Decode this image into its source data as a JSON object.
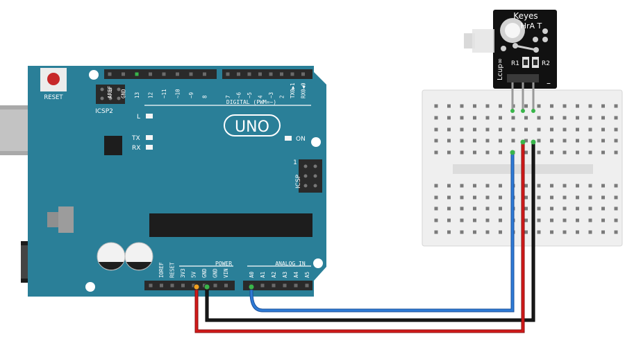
{
  "board": {
    "reset_label": "RESET",
    "icsp2_label": "ICSP2",
    "icsp_label": "ICSP",
    "icsp_pin1_label": "1",
    "uno_label": "UNO",
    "on_label": "ON",
    "l_label": "L",
    "tx_label": "TX",
    "rx_label": "RX",
    "digital_label": "DIGITAL (PWM=~)",
    "digital_pins": [
      "AREF",
      "GND",
      "13",
      "12",
      "~11",
      "~10",
      "~9",
      "8",
      "7",
      "~6",
      "~5",
      "4",
      "~3",
      "2",
      "TX0▶1",
      "RX0◀0"
    ],
    "power_label": "POWER",
    "power_pins": [
      "IOREF",
      "RESET",
      "3V3",
      "5V",
      "GND",
      "GND",
      "VIN"
    ],
    "analog_label": "ANALOG IN",
    "analog_pins": [
      "A0",
      "A1",
      "A2",
      "A3",
      "A4",
      "A5"
    ]
  },
  "sensor": {
    "brand": "Keyes",
    "model": "HrA T",
    "r1": "R1",
    "r2": "R2",
    "side_label": "Lcup∞",
    "minus_label": "–"
  },
  "wires": [
    {
      "name": "signal-wire",
      "from": "A0",
      "color": "#2e7bd6"
    },
    {
      "name": "power-wire",
      "from": "5V",
      "color": "#d31a1a"
    },
    {
      "name": "ground-wire",
      "from": "GND",
      "color": "#111111"
    }
  ],
  "colors": {
    "board": "#2a7f98",
    "header": "#2a2a2a",
    "breadboard": "#f0f0f0",
    "sensor_pcb": "#111111"
  }
}
